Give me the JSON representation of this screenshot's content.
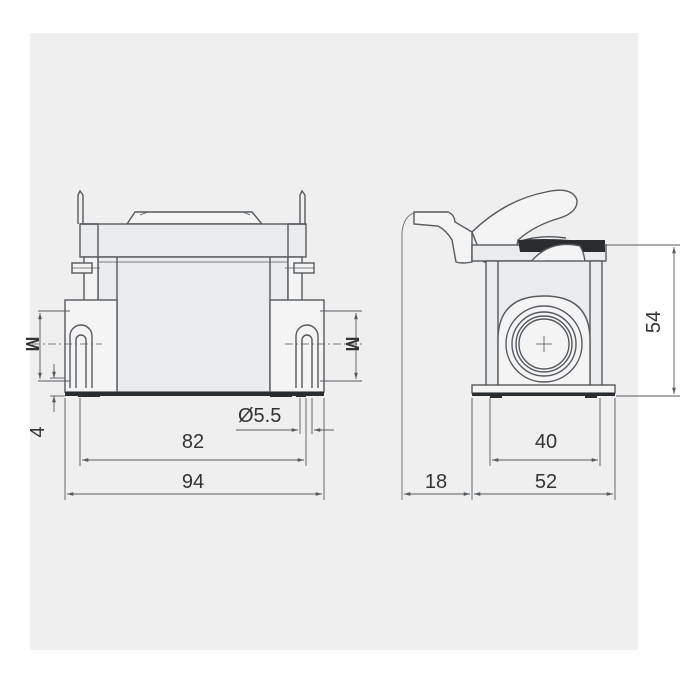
{
  "drawing": {
    "background_color": "#efeff0",
    "line_color": "#555a5e",
    "text_color": "#333333",
    "front_view": {
      "dimensions": {
        "inner_width": "82",
        "overall_width": "94",
        "base_thickness": "4",
        "hole_diameter": "Ø5.5",
        "thread_left": "M",
        "thread_right": "M"
      }
    },
    "side_view": {
      "dimensions": {
        "height": "54",
        "inner_width": "40",
        "overall_width": "52",
        "lever_offset": "18"
      }
    }
  }
}
